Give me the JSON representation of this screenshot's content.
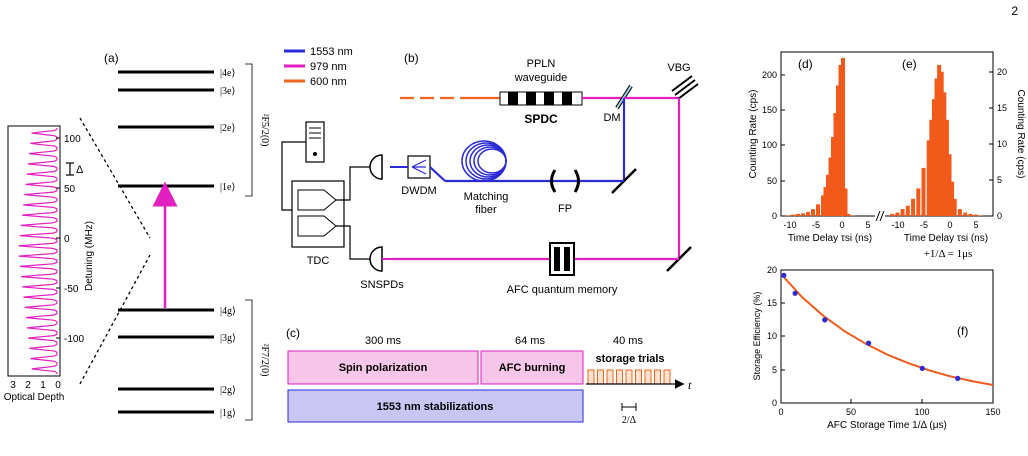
{
  "page_number": "2",
  "panel_labels": {
    "a": "(a)",
    "b": "(b)",
    "c": "(c)",
    "d": "(d)",
    "e": "(e)",
    "f": "(f)"
  },
  "colors": {
    "band_1553": "#2b2bd6",
    "band_979": "#e21fc1",
    "band_600": "#f0641e",
    "spin_box": "#f7c6e8",
    "afc_box": "#f7c6e8",
    "stab_box": "#c9c6f4",
    "histogram": "#f15a1a",
    "fit_curve": "#f15a1a",
    "data_points": "#2b2bd6"
  },
  "panel_a": {
    "x_axis_label": "Optical Depth",
    "x_ticks": [
      "3",
      "2",
      "1",
      "0"
    ],
    "y_axis_label": "Detuning (MHz)",
    "y_ticks": [
      "100",
      "50",
      "0",
      "-50",
      "-100"
    ],
    "delta_symbol": "Δ",
    "excited_levels": [
      "|4e⟩",
      "|3e⟩",
      "|2e⟩",
      "|1e⟩"
    ],
    "ground_levels": [
      "|4g⟩",
      "|3g⟩",
      "|2g⟩",
      "|1g⟩"
    ],
    "excited_manifold": "²F5/2(0)",
    "ground_manifold": "²F7/2(0)"
  },
  "panel_b": {
    "legend": [
      {
        "label": "1553 nm",
        "color": "#2b2bd6"
      },
      {
        "label": "979 nm",
        "color": "#e21fc1"
      },
      {
        "label": "600 nm",
        "color": "#f0641e"
      }
    ],
    "ppln_label_1": "PPLN",
    "ppln_label_2": "waveguide",
    "spdc_label": "SPDC",
    "vbg_label": "VBG",
    "dm_label": "DM",
    "dwdm_label": "DWDM",
    "fiber_label_1": "Matching",
    "fiber_label_2": "fiber",
    "fp_label": "FP",
    "tdc_label": "TDC",
    "snspd_label": "SNSPDs",
    "memory_label": "AFC quantum memory"
  },
  "panel_c": {
    "time_labels": [
      "300 ms",
      "64 ms",
      "40 ms"
    ],
    "spin_label": "Spin polarization",
    "afc_label": "AFC burning",
    "storage_label": "storage trials",
    "stab_label": "1553 nm stabilizations",
    "t_label": "t",
    "period_label": "2/Δ"
  },
  "panel_de": {
    "y_label": "Counting Rate (cps)",
    "d_y_ticks": [
      "200",
      "150",
      "100",
      "50",
      "0"
    ],
    "e_y_ticks": [
      "20",
      "15",
      "10",
      "5",
      "0"
    ],
    "d_x_ticks": [
      "-10",
      "-5",
      "0",
      "5"
    ],
    "e_x_ticks": [
      "-10",
      "-5",
      "0",
      "5"
    ],
    "x_label_d": "Time Delay τsi (ns)",
    "x_label_e": "Time Delay τsi (ns)",
    "e_note": "+1/Δ = 1μs"
  },
  "chart_data": [
    {
      "type": "bar",
      "panel": "d",
      "xlabel": "Time Delay τsi (ns)",
      "ylabel": "Counting Rate (cps)",
      "xlim": [
        -12,
        7
      ],
      "ylim": [
        0,
        230
      ],
      "x": [
        -11,
        -10,
        -9,
        -8,
        -7,
        -6,
        -5,
        -4,
        -3.5,
        -3,
        -2.5,
        -2,
        -1.5,
        -1,
        -0.5,
        0,
        0.5,
        1,
        2,
        3,
        4,
        5,
        6
      ],
      "values": [
        1,
        2,
        3,
        4,
        6,
        10,
        17,
        30,
        42,
        60,
        85,
        115,
        150,
        190,
        220,
        230,
        40,
        3,
        1,
        0,
        0,
        0,
        0
      ]
    },
    {
      "type": "bar",
      "panel": "e",
      "xlabel": "Time Delay τsi (ns)",
      "ylabel": "Counting Rate (cps)",
      "xlim": [
        -12,
        7
      ],
      "ylim": [
        0,
        23
      ],
      "x": [
        -11,
        -10,
        -9,
        -8,
        -7,
        -6,
        -5,
        -4,
        -3.5,
        -3,
        -2.5,
        -2,
        -1.5,
        -1,
        -0.5,
        0,
        0.5,
        1,
        2,
        3,
        4,
        5,
        6
      ],
      "values": [
        0.3,
        0.5,
        1,
        1.5,
        2.5,
        4,
        7,
        11,
        14,
        17,
        20,
        22,
        21,
        18,
        14,
        9,
        5,
        2.5,
        1,
        0.5,
        0.3,
        0.2,
        0.1
      ]
    },
    {
      "type": "scatter",
      "panel": "f",
      "xlabel": "AFC Storage Time 1/Δ (μs)",
      "ylabel": "Storage Efficiency (%)",
      "xlim": [
        0,
        150
      ],
      "ylim": [
        0,
        20
      ],
      "x_ticks": [
        "0",
        "50",
        "100",
        "150"
      ],
      "y_ticks": [
        "20",
        "15",
        "10",
        "5",
        "0"
      ],
      "series": [
        {
          "type": "scatter",
          "x": [
            2,
            10,
            31,
            62,
            100,
            125
          ],
          "y": [
            19.2,
            16.5,
            12.5,
            9.0,
            5.2,
            3.7
          ]
        },
        {
          "type": "line",
          "x": [
            0,
            15,
            30,
            45,
            60,
            75,
            90,
            105,
            120,
            135,
            150
          ],
          "y": [
            19.4,
            15.9,
            13.1,
            10.8,
            8.9,
            7.3,
            6.0,
            4.9,
            4.0,
            3.3,
            2.7
          ]
        }
      ]
    }
  ]
}
